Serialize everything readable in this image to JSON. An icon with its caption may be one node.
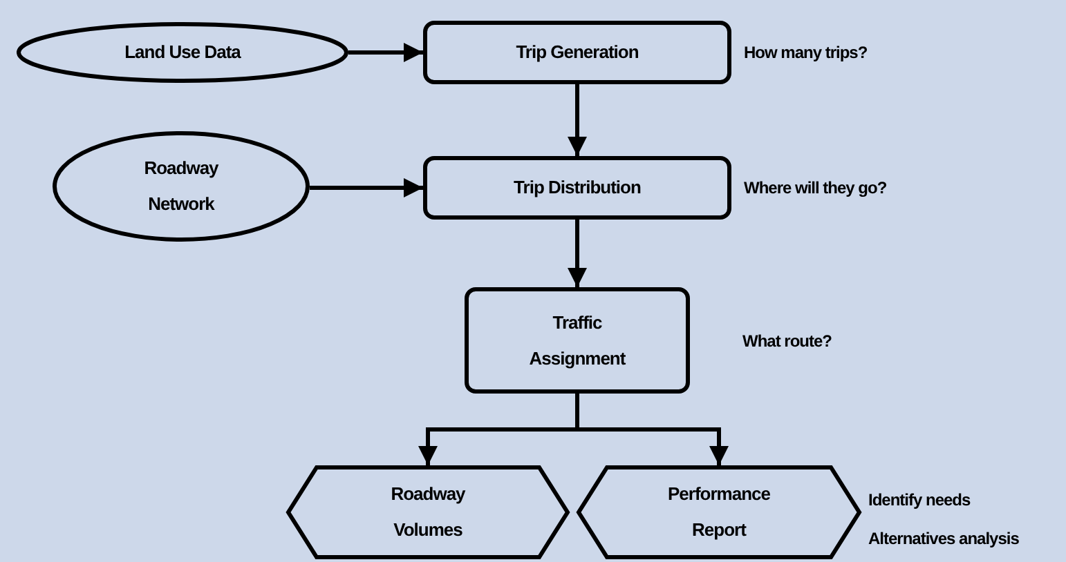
{
  "diagram": {
    "nodes": [
      {
        "text": [
          "Land Use Data"
        ]
      },
      {
        "text": [
          "Trip Generation"
        ],
        "beside": [
          "How many trips?"
        ]
      },
      {
        "text": [
          "Roadway Network"
        ]
      },
      {
        "text": [
          "Trip Distribution"
        ],
        "beside": [
          "Where will they go?"
        ]
      },
      {
        "text": [
          "Traffic Assignment"
        ],
        "beside": [
          "What route?"
        ]
      },
      {
        "text": [
          "Roadway Volumes"
        ]
      },
      {
        "text": [
          "Performance Report"
        ],
        "beside": [
          "Identify needs",
          "Alternatives analysis"
        ]
      }
    ],
    "edges": [
      {
        "from": 0,
        "to": 1,
        "arrow": "to"
      },
      {
        "from": 1,
        "to": 3,
        "arrow": "to"
      },
      {
        "from": 2,
        "to": 3,
        "arrow": "to"
      },
      {
        "from": 3,
        "to": 4,
        "arrow": "to"
      },
      {
        "from": 4,
        "to": 5,
        "arrow": "to"
      },
      {
        "from": 4,
        "to": 6,
        "arrow": "to"
      }
    ]
  }
}
